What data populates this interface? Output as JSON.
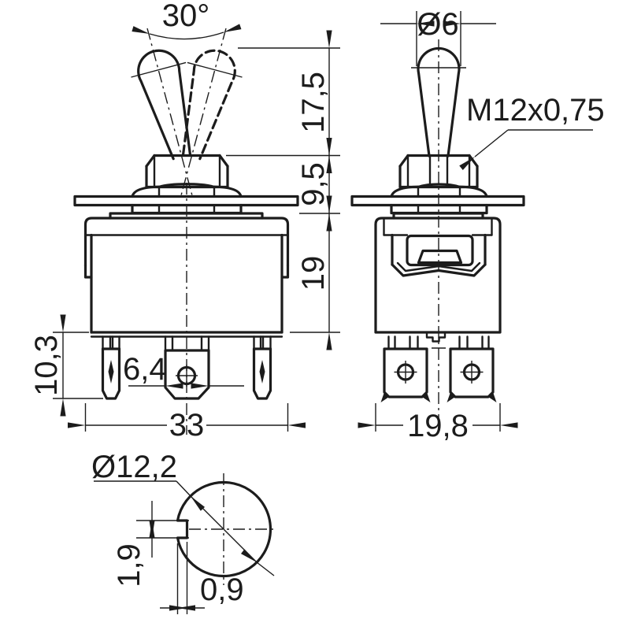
{
  "drawing": {
    "type": "technical dimensional drawing",
    "subject": "toggle switch",
    "colors": {
      "line": "#1c1c1c",
      "background": "#ffffff"
    },
    "views": {
      "front": {
        "dims": {
          "lever_angle": "30°",
          "lever_height": "17,5",
          "bushing_height": "9,5",
          "body_height": "19",
          "terminal_length": "10,3",
          "terminal_width": "6,4",
          "body_width": "33"
        }
      },
      "side": {
        "dims": {
          "lever_diameter": "Ø6",
          "thread_spec": "M12x0,75",
          "body_depth": "19,8"
        }
      },
      "bottom": {
        "dims": {
          "mounting_hole_diameter": "Ø12,2",
          "keyway_width": "1,9",
          "keyway_depth": "0,9"
        }
      }
    }
  }
}
